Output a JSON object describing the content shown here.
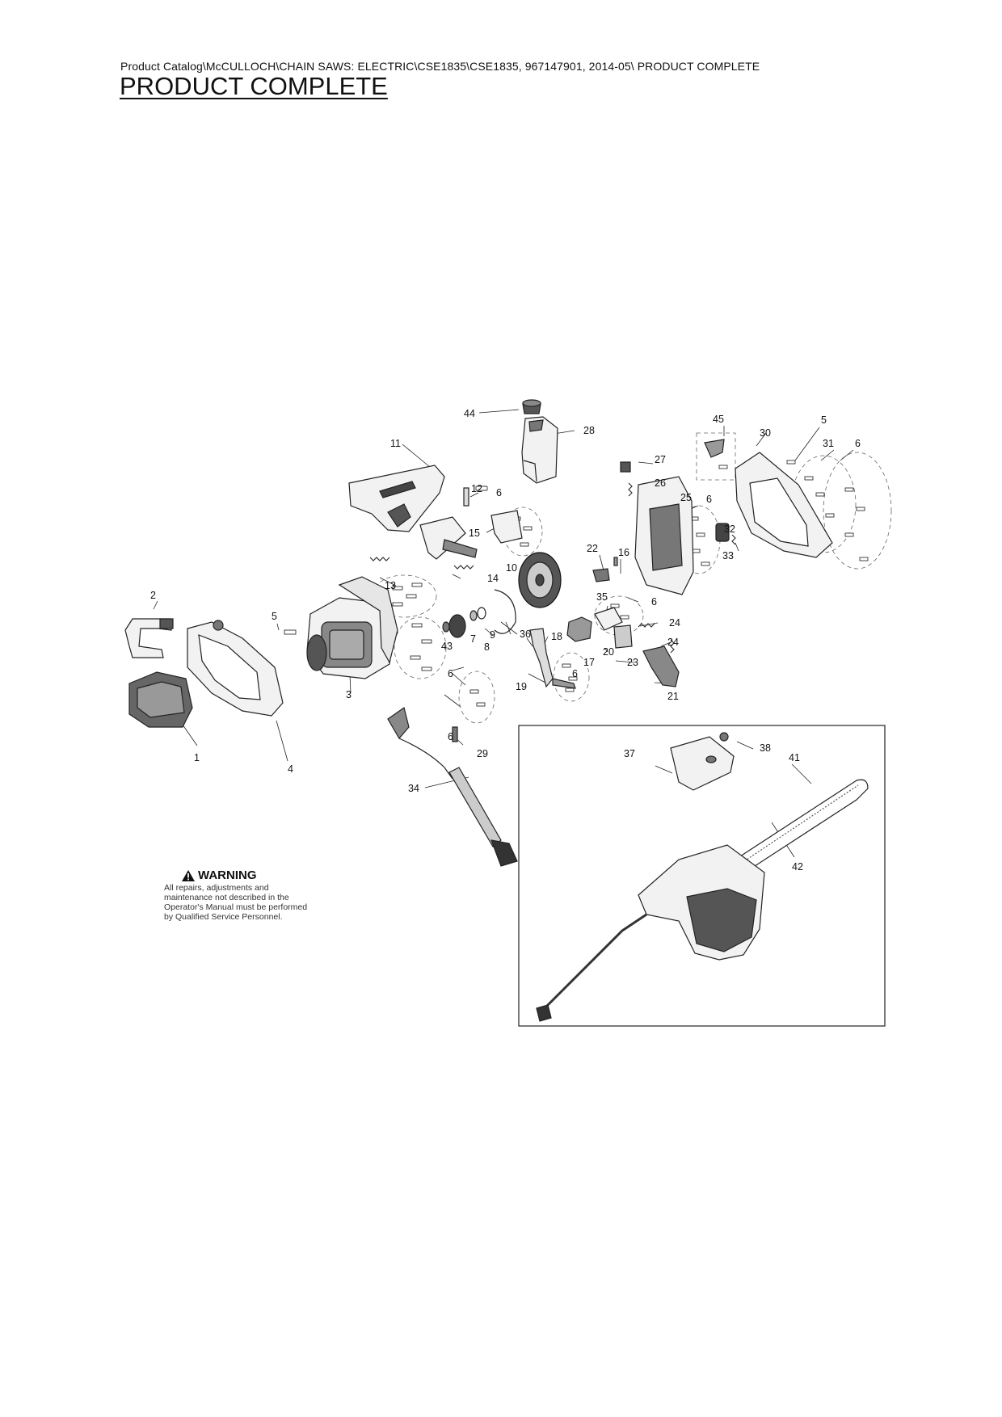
{
  "header": {
    "breadcrumb": "Product Catalog\\McCULLOCH\\CHAIN SAWS: ELECTRIC\\CSE1835\\CSE1835, 967147901, 2014-05\\ PRODUCT COMPLETE",
    "title": "PRODUCT COMPLETE "
  },
  "warning": {
    "title": "WARNING",
    "text": "All repairs, adjustments and maintenance not described in the Operator's Manual must be performed by Qualified Service Personnel."
  },
  "callouts": [
    "44",
    "28",
    "11",
    "45",
    "30",
    "5",
    "31",
    "6",
    "12",
    "27",
    "6",
    "26",
    "25",
    "6",
    "15",
    "32",
    "33",
    "22",
    "16",
    "10",
    "13",
    "14",
    "2",
    "5",
    "35",
    "6",
    "24",
    "18",
    "9",
    "36",
    "8",
    "43",
    "7",
    "20",
    "17",
    "23",
    "24",
    "6",
    "19",
    "6",
    "3",
    "6",
    "1",
    "4",
    "21",
    "29",
    "34",
    "37",
    "38",
    "41",
    "42"
  ]
}
